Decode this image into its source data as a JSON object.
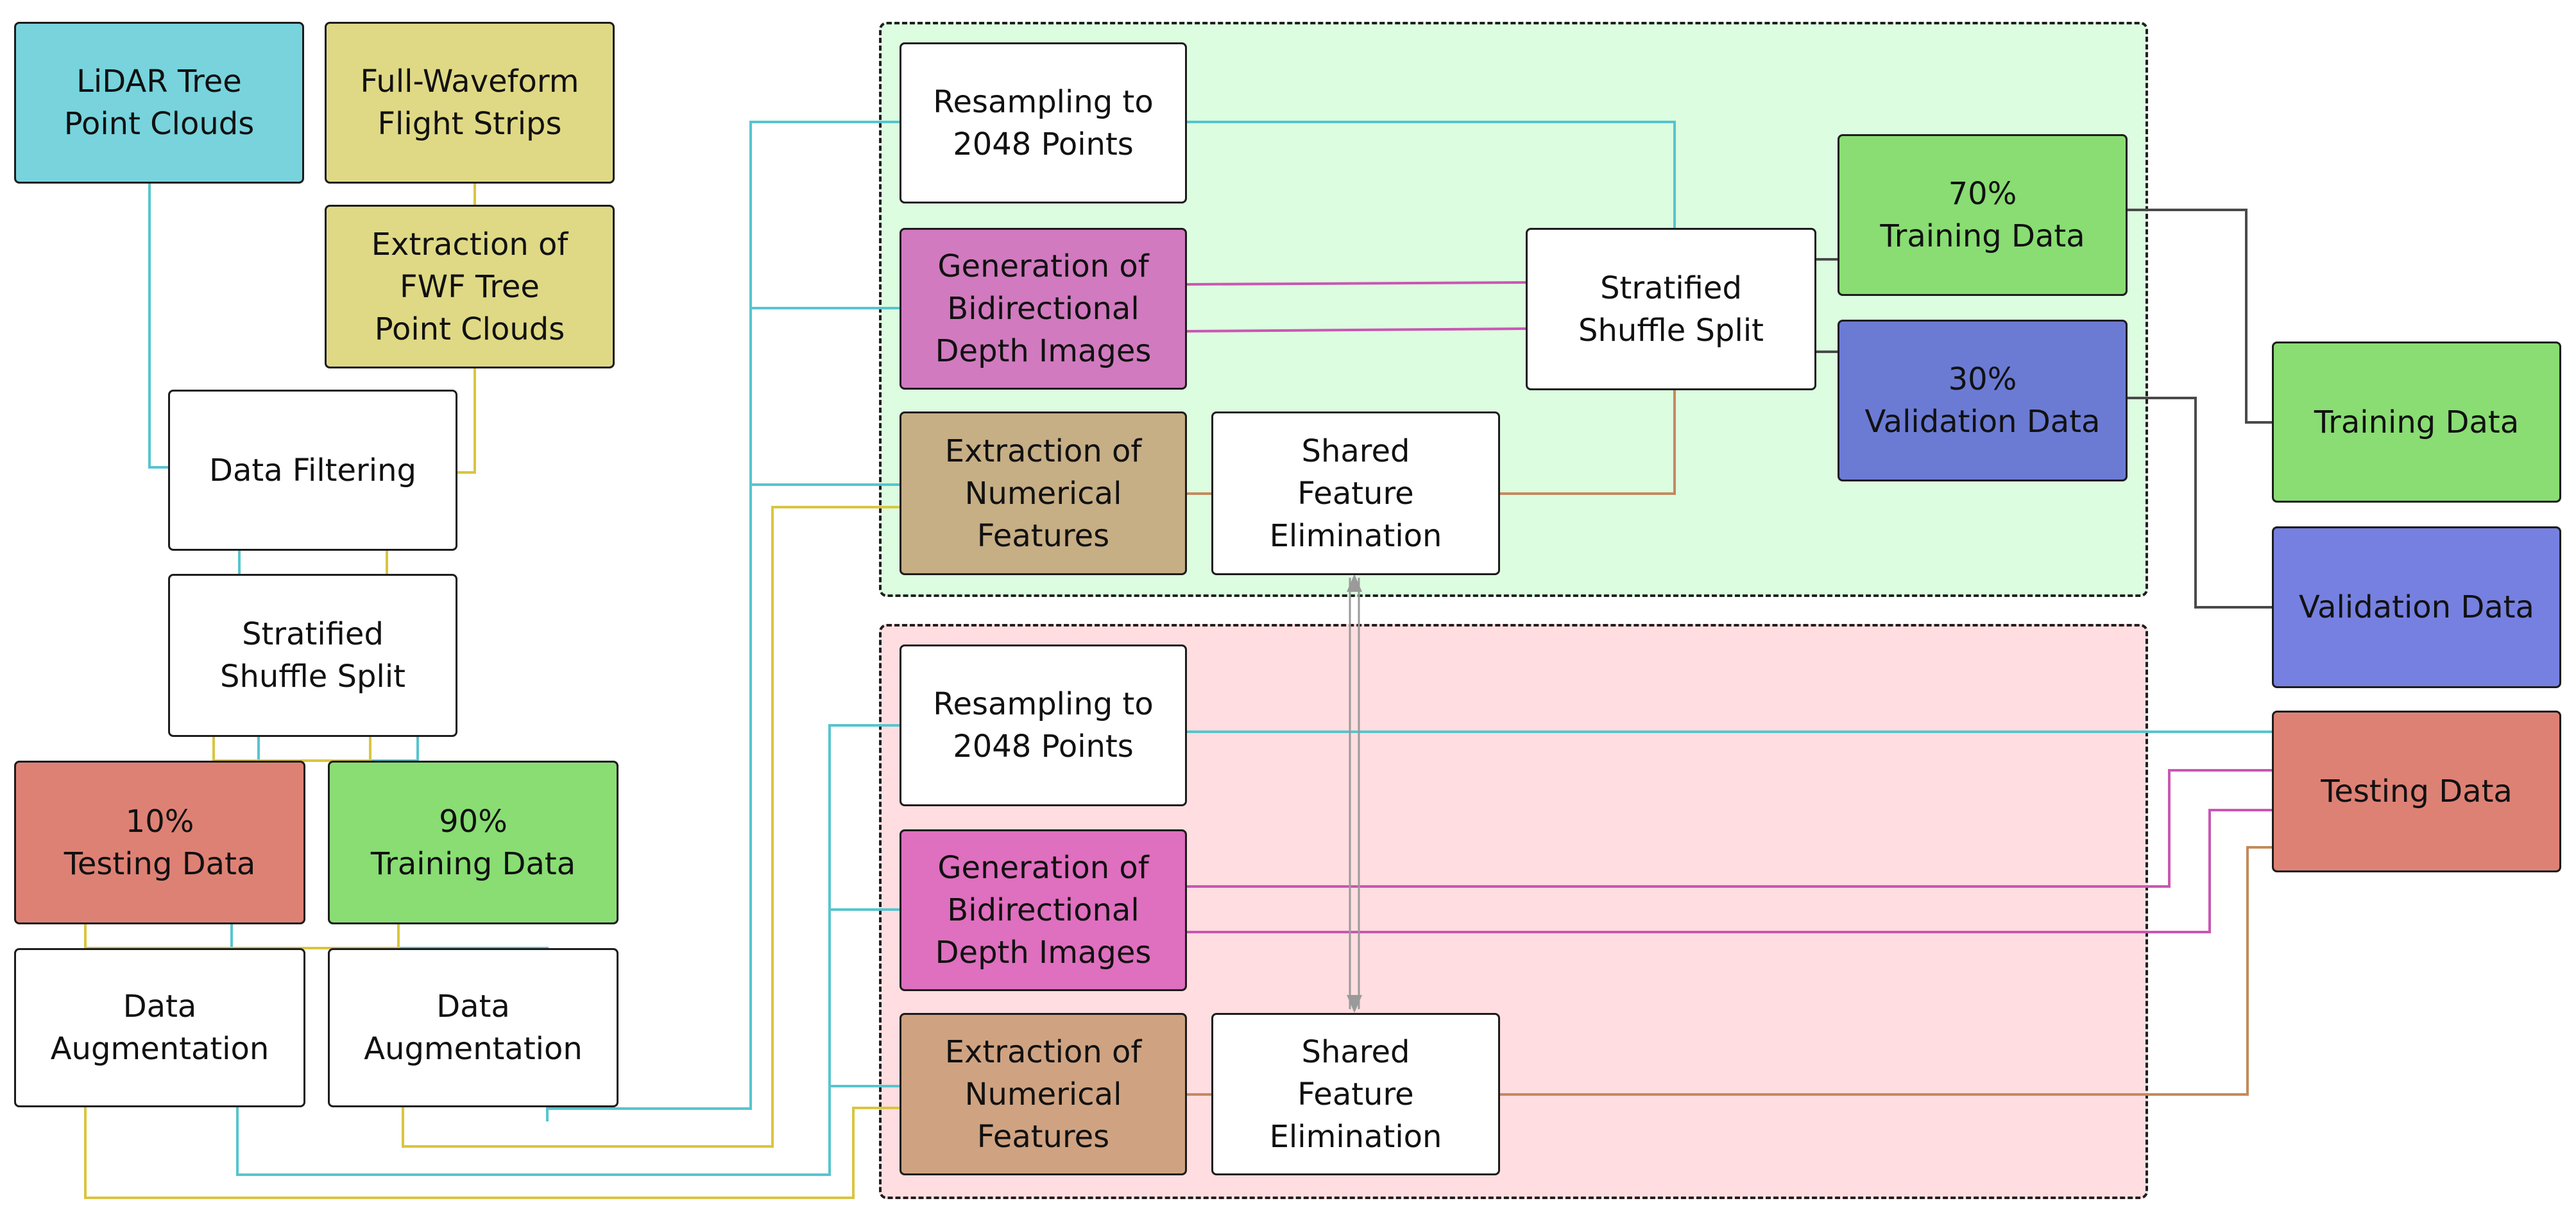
{
  "colors": {
    "lidar": "#78d3dc",
    "fwf": "#dfd985",
    "white": "#ffffff",
    "testing": "#de8175",
    "training": "#89dd73",
    "validation": "#6b7bd4",
    "validation_final": "#7680e0",
    "depth_train": "#d17abf",
    "depth_test": "#df6fbf",
    "numeric_train": "#c6ae85",
    "numeric_test": "#cfa381",
    "region_train_bg": "#dcfde0",
    "region_test_bg": "#ffdde0",
    "wire_cyan": "#55c5cf",
    "wire_yellow": "#d9c53f",
    "wire_magenta": "#c956b3",
    "wire_brown": "#c48a5c",
    "wire_dark": "#4a4a4a",
    "wire_gray": "#9a9a9a"
  },
  "nodes": {
    "lidar_point_clouds": "LiDAR Tree\nPoint Clouds",
    "fwf_flight_strips": "Full-Waveform\nFlight Strips",
    "fwf_extraction": "Extraction of\nFWF Tree\nPoint Clouds",
    "data_filtering": "Data Filtering",
    "stratified_split_initial": "Stratified\nShuffle Split",
    "testing_10": "10%\nTesting Data",
    "training_90": "90%\nTraining Data",
    "augmentation_testing": "Data\nAugmentation",
    "augmentation_training": "Data\nAugmentation",
    "train_resampling": "Resampling to\n2048 Points",
    "train_depth_images": "Generation of\nBidirectional\nDepth Images",
    "train_numerical": "Extraction of\nNumerical\nFeatures",
    "train_feature_elim": "Shared\nFeature\nElimination",
    "train_split": "Stratified\nShuffle Split",
    "training_70": "70%\nTraining Data",
    "validation_30": "30%\nValidation Data",
    "test_resampling": "Resampling to\n2048 Points",
    "test_depth_images": "Generation of\nBidirectional\nDepth Images",
    "test_numerical": "Extraction of\nNumerical\nFeatures",
    "test_feature_elim": "Shared\nFeature\nElimination",
    "final_training": "Training Data",
    "final_validation": "Validation Data",
    "final_testing": "Testing Data"
  }
}
